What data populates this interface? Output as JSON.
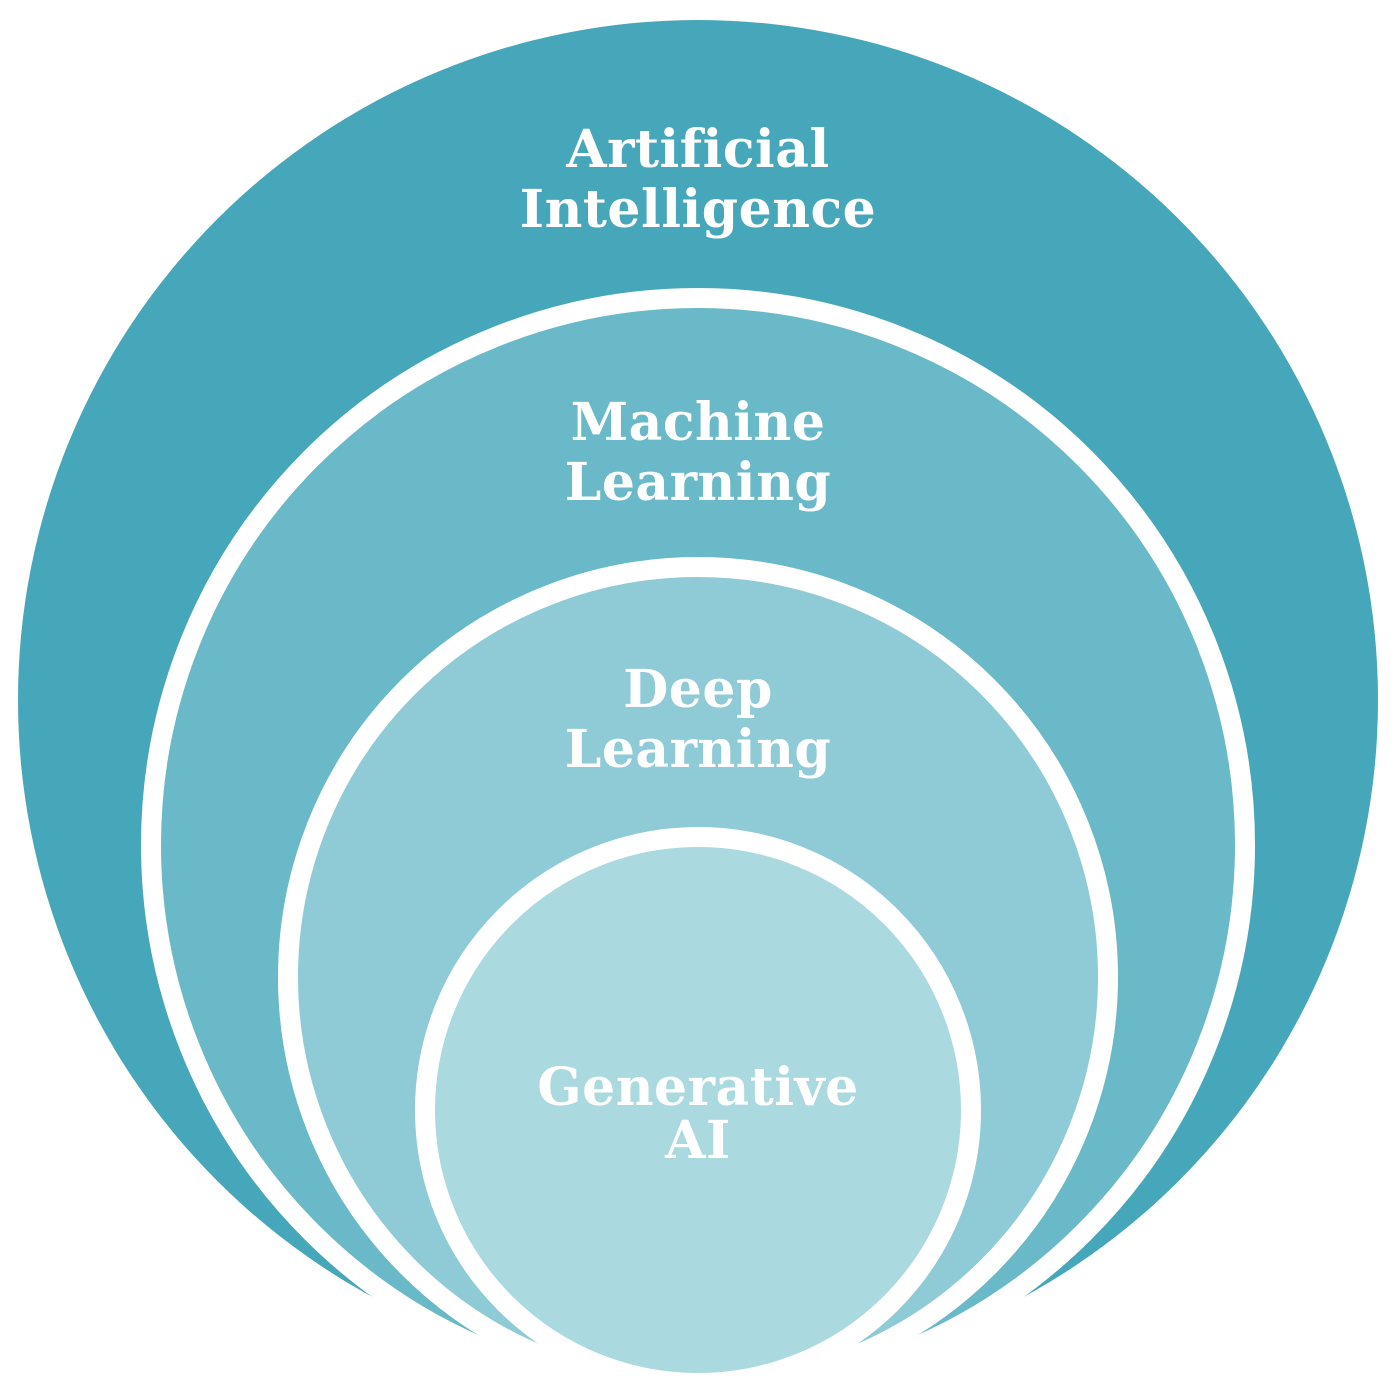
{
  "diagram": {
    "type": "nested-circles",
    "description": "Concentric Euler diagram of AI field hierarchy",
    "background_color": "#ffffff",
    "ring_color": "#ffffff",
    "label_color": "#ffffff",
    "levels": [
      {
        "name": "Artificial Intelligence",
        "line1": "Artificial",
        "line2": "Intelligence",
        "color": "#46a7ba"
      },
      {
        "name": "Machine Learning",
        "line1": "Machine",
        "line2": "Learning",
        "color": "#69b9c8"
      },
      {
        "name": "Deep Learning",
        "line1": "Deep",
        "line2": "Learning",
        "color": "#8ecbd6"
      },
      {
        "name": "Generative AI",
        "line1": "Generative",
        "line2": "AI",
        "color": "#abd9e0"
      }
    ]
  }
}
